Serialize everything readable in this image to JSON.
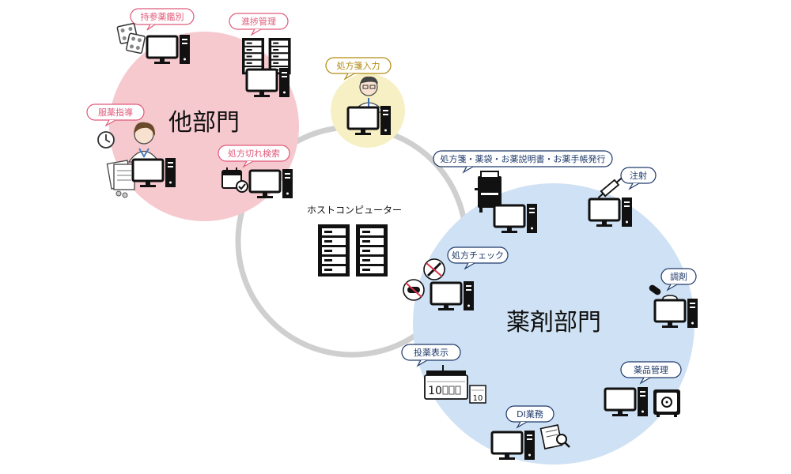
{
  "diagram": {
    "host": {
      "label": "ホストコンピューター"
    },
    "departments": {
      "other": {
        "name": "他部門",
        "fill": "#f6c9cf"
      },
      "pharmacy": {
        "name": "薬剤部門",
        "fill": "#cfe1f4"
      },
      "prescription_entry": {
        "fill": "#f6f0c4"
      },
      "ring_color": "#cfcfcf"
    },
    "label_colors": {
      "other": "#e05a7a",
      "entry": "#b08a10",
      "pharmacy": "#1f3a6b"
    },
    "labels": {
      "mochisan": "持参薬鑑別",
      "shinchoku": "進捗管理",
      "fukuyaku": "服薬指導",
      "kigiri": "処方切れ検索",
      "shohosen_input": "処方箋入力",
      "hakko": "処方箋・薬袋・お薬説明書・お薬手帳発行",
      "chusha": "注射",
      "check": "処方チェック",
      "chozai": "調剤",
      "toyaku": "投薬表示",
      "hinkanri": "薬品管理",
      "di": "DI業務"
    },
    "display_numbers": {
      "main": "10",
      "sub": "10"
    }
  }
}
